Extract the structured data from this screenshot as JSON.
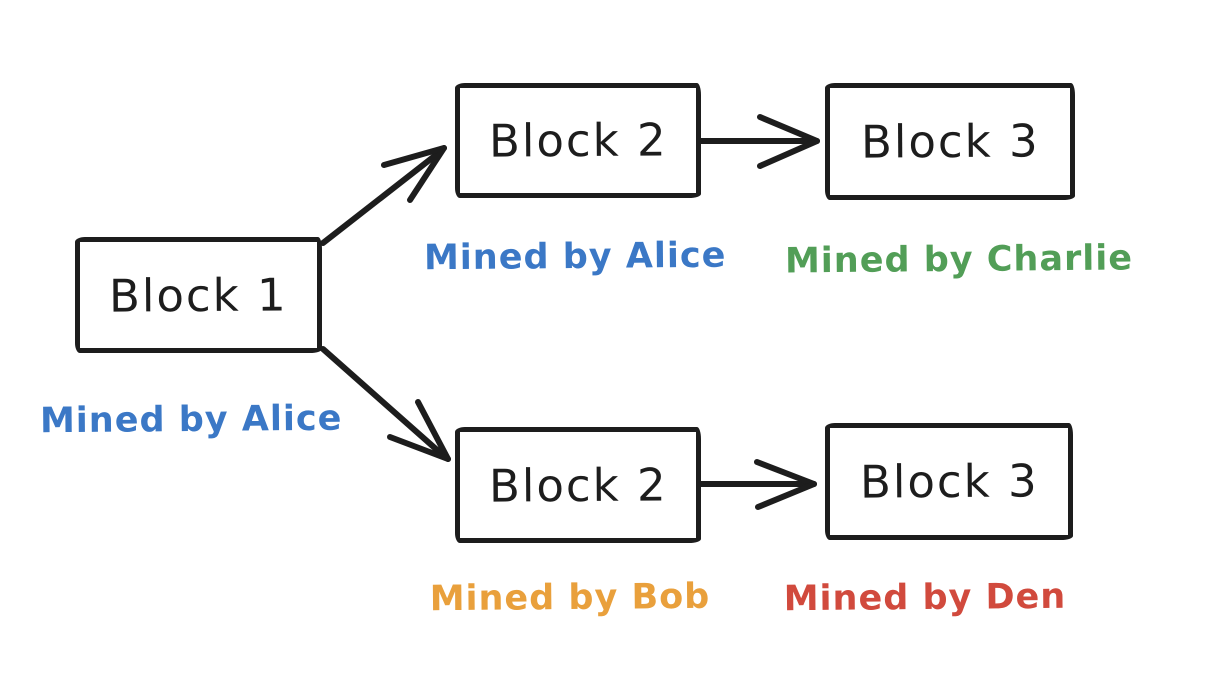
{
  "diagram": {
    "type": "blockchain-fork-flowchart",
    "background": "#ffffff",
    "stroke_color": "#1d1d1d",
    "nodes": [
      {
        "id": "block-1",
        "label": "Block 1"
      },
      {
        "id": "block-2-top",
        "label": "Block 2"
      },
      {
        "id": "block-3-top",
        "label": "Block 3"
      },
      {
        "id": "block-2-bottom",
        "label": "Block 2"
      },
      {
        "id": "block-3-bottom",
        "label": "Block 3"
      }
    ],
    "annotations": [
      {
        "for": "block-1",
        "text": "Mined by Alice",
        "color": "#3b78c6"
      },
      {
        "for": "block-2-top",
        "text": "Mined by Alice",
        "color": "#3b78c6"
      },
      {
        "for": "block-3-top",
        "text": "Mined by Charlie",
        "color": "#529e57"
      },
      {
        "for": "block-2-bottom",
        "text": "Mined by Bob",
        "color": "#e9a03c"
      },
      {
        "for": "block-3-bottom",
        "text": "Mined by Den",
        "color": "#d14a3d"
      }
    ],
    "edges": [
      {
        "from": "block-1",
        "to": "block-2-top"
      },
      {
        "from": "block-1",
        "to": "block-2-bottom"
      },
      {
        "from": "block-2-top",
        "to": "block-3-top"
      },
      {
        "from": "block-2-bottom",
        "to": "block-3-bottom"
      }
    ]
  }
}
